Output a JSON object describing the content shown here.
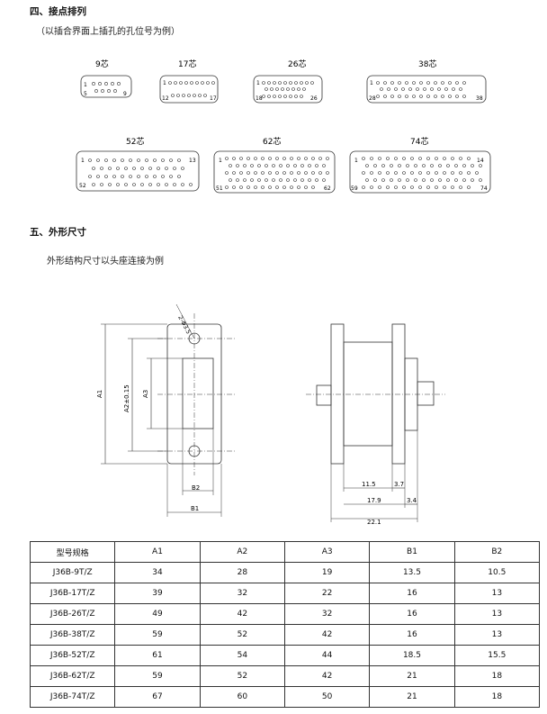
{
  "section4": {
    "title": "四、接点排列",
    "note": "（以插合界面上插孔的孔位号为例）"
  },
  "connectors": [
    {
      "label": "9芯",
      "first": "1",
      "last": "5",
      "end_top": "",
      "end_bottom": "9"
    },
    {
      "label": "17芯",
      "first": "1",
      "last": "12",
      "end_top": "",
      "end_bottom": "17"
    },
    {
      "label": "26芯",
      "first": "1",
      "last": "18",
      "end_top": "",
      "end_bottom": "26"
    },
    {
      "label": "38芯",
      "first": "1",
      "last": "28",
      "end_top": "",
      "end_bottom": "38"
    },
    {
      "label": "52芯",
      "first": "1",
      "last": "52",
      "end_top": "13",
      "end_bottom": ""
    },
    {
      "label": "62芯",
      "first": "1",
      "last": "51",
      "end_top": "",
      "end_bottom": "62"
    },
    {
      "label": "74芯",
      "first": "1",
      "last": "59",
      "end_top": "14",
      "end_bottom": "74"
    }
  ],
  "section5": {
    "title": "五、外形尺寸",
    "note": "外形结构尺寸以头座连接为例"
  },
  "drawing": {
    "hole_label": "2-Φ3.5",
    "A1": "A1",
    "A2": "A2±0.15",
    "A3": "A3",
    "B1": "B1",
    "B2": "B2",
    "d11_5": "11.5",
    "d3_7": "3.7",
    "d17_9": "17.9",
    "d3_4": "3.4",
    "d22_1": "22.1"
  },
  "table": {
    "headers": [
      "型号规格",
      "A1",
      "A2",
      "A3",
      "B1",
      "B2"
    ],
    "rows": [
      [
        "J36B-9T/Z",
        "34",
        "28",
        "19",
        "13.5",
        "10.5"
      ],
      [
        "J36B-17T/Z",
        "39",
        "32",
        "22",
        "16",
        "13"
      ],
      [
        "J36B-26T/Z",
        "49",
        "42",
        "32",
        "16",
        "13"
      ],
      [
        "J36B-38T/Z",
        "59",
        "52",
        "42",
        "16",
        "13"
      ],
      [
        "J36B-52T/Z",
        "61",
        "54",
        "44",
        "18.5",
        "15.5"
      ],
      [
        "J36B-62T/Z",
        "59",
        "52",
        "42",
        "21",
        "18"
      ],
      [
        "J36B-74T/Z",
        "67",
        "60",
        "50",
        "21",
        "18"
      ]
    ]
  }
}
